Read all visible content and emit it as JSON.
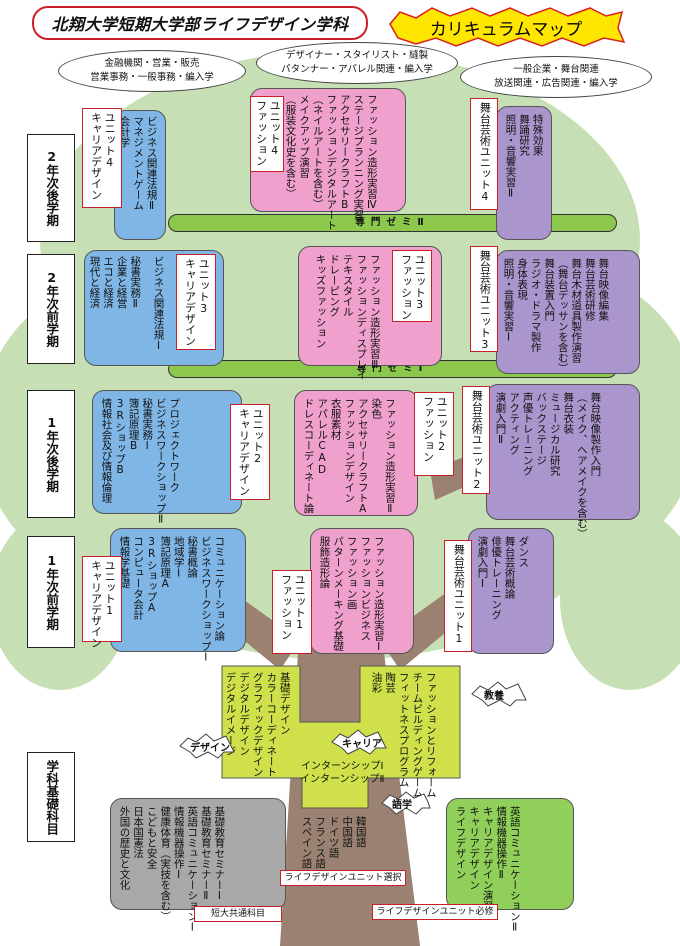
{
  "title": "北翔大学短期大学部ライフデザイン学科",
  "subtitle": "カリキュラムマップ",
  "careers": [
    {
      "l1": "金融機関・営業・販売",
      "l2": "営業事務・一般事務・編入学"
    },
    {
      "l1": "デザイナー・スタイリスト・縫製",
      "l2": "パタンナー・アパレル関連・編入学"
    },
    {
      "l1": "一般企業・舞台関連",
      "l2": "放送関連・広告関連・編入学"
    }
  ],
  "semesters": [
    "2年次後学期",
    "2年次前学期",
    "1年次後学期",
    "1年次前学期",
    "学科基礎科目"
  ],
  "zemi": {
    "z2": "専門ゼミⅡ",
    "z1": "専門ゼミⅠ"
  },
  "units": {
    "career4": [
      "ユニット4",
      "キャリアデザイン"
    ],
    "career3": [
      "ユニット3",
      "キャリアデザイン"
    ],
    "career2": [
      "ユニット2",
      "キャリアデザイン"
    ],
    "career1": [
      "ユニット1",
      "キャリアデザイン"
    ],
    "fashion4": [
      "ユニット4",
      "ファッション"
    ],
    "fashion3": [
      "ユニット3",
      "ファッション"
    ],
    "fashion2": [
      "ユニット2",
      "ファッション"
    ],
    "fashion1": [
      "ユニット1",
      "ファッション"
    ],
    "stage4": [
      "舞台芸術ユニット4"
    ],
    "stage3": [
      "舞台芸術ユニット3"
    ],
    "stage2": [
      "舞台芸術ユニット2"
    ],
    "stage1": [
      "舞台芸術ユニット1"
    ]
  },
  "blocks": {
    "career4": [
      "ビジネス関連法規Ⅱ",
      "マネジメントゲーム",
      "会計学"
    ],
    "fashion4": [
      "ファッション造形実習Ⅳ",
      "ステージプランニング実習",
      "アクセサリークラフトB",
      "ファッションデジタルアート",
      "（ネイルアートを含む）",
      "メイクアップ演習",
      "（服装文化史を含む）"
    ],
    "stage4": [
      "特殊効果",
      "舞踊研究",
      "照明・音響実習Ⅱ"
    ],
    "career3": [
      "秘書実務Ⅱ",
      "企業と経営",
      "エコと経済",
      "現代と経済",
      "ビジネス関連法規Ⅰ",
      ""
    ],
    "fashion3": [
      "ファッション造形実習Ⅲ",
      "ファッションディスプレイ",
      "テキスタイル",
      "ドレーピング",
      "キッズファッション",
      ""
    ],
    "stage3": [
      "舞台映像編集",
      "舞台芸術研修",
      "舞台木材道具製作演習",
      "（舞台デッサンを含む）",
      "舞台装置入門",
      "ラジオ・ドラマ製作",
      "身体表現",
      "照明・音響実習Ⅰ"
    ],
    "career2": [
      "プロジェクトワーク",
      "ビジネスワークショップⅡ",
      "秘書実務Ⅰ",
      "簿記原理B",
      "3RショップB",
      "情報社会及び情報倫理",
      "",
      ""
    ],
    "fashion2": [
      "ファッション造形実習Ⅱ",
      "染色",
      "アクセサリークラフトA",
      "ファッションデザイン",
      "衣服素材",
      "アパレルCAD",
      "ドレスコーディネート論"
    ],
    "stage2": [
      "舞台映像製作入門",
      "（メイク、ヘアメイクを含む）",
      "舞台衣装",
      "ミュージカル研究",
      "バックステージ",
      "声優トレーニング",
      "アクティング",
      "演劇入門Ⅱ",
      "",
      ""
    ],
    "career1": [
      "コミュニケーション論",
      "ビジネスワークショップⅠ",
      "秘書概論",
      "地域学Ⅰ",
      "簿記原理A",
      "3RショップA",
      "コンピュータ会計",
      "情報学基礎",
      ""
    ],
    "fashion1": [
      "ファッション造形実習Ⅰ",
      "ファッションビジネス",
      "ファッション画",
      "パターンメーキング基礎",
      "服飾造形論"
    ],
    "stage1": [
      "ダンス",
      "舞台芸術概論",
      "俳優トレーニング",
      "演劇入門Ⅰ"
    ]
  },
  "foundation": {
    "design": [
      "基礎デザイン",
      "カラーコーディネート",
      "グラフィックデザイン",
      "デジタルデザイン",
      "デジタルイメージ",
      ""
    ],
    "kyoyo": [
      "ファッションとリフォーム",
      "チームビルディングゲーム",
      "フィットネスプログラム",
      "陶芸",
      "油彩",
      ""
    ],
    "career": [
      "インターンシップⅠ",
      "インターンシップⅡ"
    ],
    "language": [
      "韓国語",
      "中国語",
      "ドイツ語",
      "フランス語",
      "スペイン語"
    ]
  },
  "bursts": {
    "design": "デザイン",
    "career": "キャリア",
    "kyoyo": "教養",
    "language": "語学"
  },
  "bottom": {
    "common": [
      "基礎教育セミナーⅠ",
      "基礎教育セミナーⅡ",
      "英語コミュニケーションⅠ",
      "情報機器操作Ⅰ",
      "健康体育（実技を含む）",
      "こどもと安全",
      "日本国憲法",
      "外国の歴史と文化",
      ""
    ],
    "common_label": "短大共通科目",
    "required": [
      "英語コミュニケーションⅡ",
      "情報機器操作Ⅱ",
      "キャリアデザイン演習",
      "キャリアデザイン",
      "ライフデザイン",
      ""
    ],
    "required_label": "ライフデザインユニット必修",
    "select_label": "ライフデザインユニット選択"
  }
}
